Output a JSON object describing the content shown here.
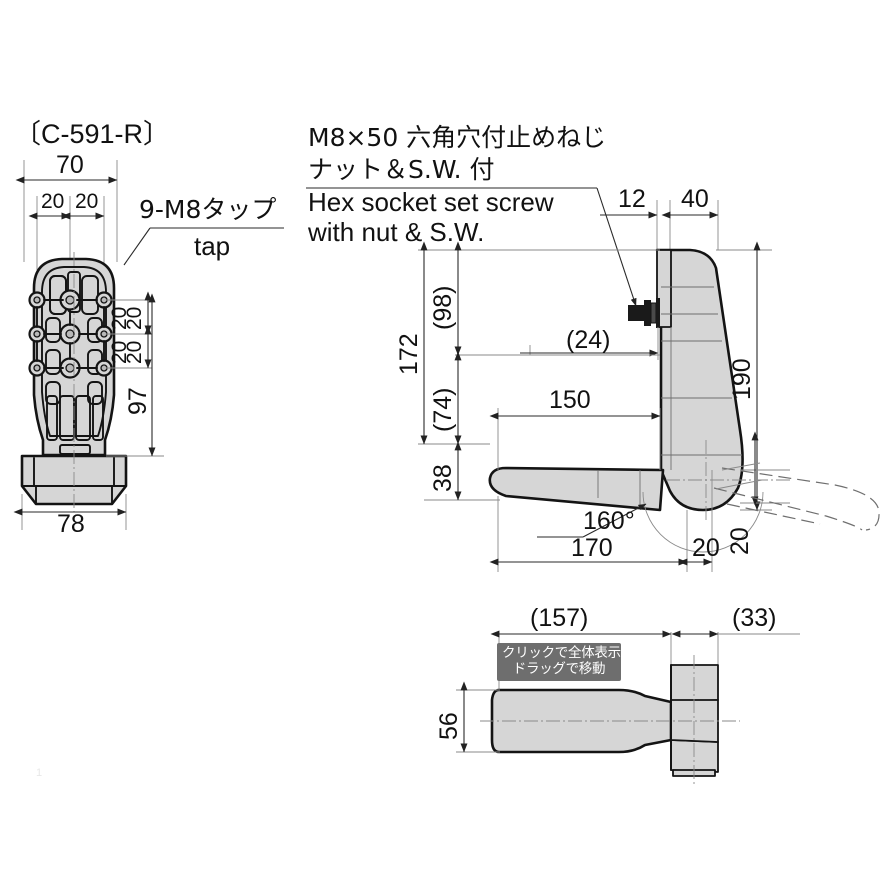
{
  "document": {
    "type": "technical-drawing",
    "model_label": "〔C-591-R〕",
    "background_color": "#ffffff",
    "line_color": "#1a1a1a",
    "body_fill_color": "#d6d6d6",
    "thin_line_color": "#808080",
    "units": "mm"
  },
  "annotations": {
    "screw_note_jp_line1": "M8×50 六角穴付止めねじ",
    "screw_note_jp_line2": "ナット＆S.W. 付",
    "screw_note_en_line1": "Hex socket set screw",
    "screw_note_en_line2": "with nut & S.W.",
    "tap_note_jp": "9-M8タップ",
    "tap_note_en": "tap"
  },
  "views": {
    "front": {
      "name": "front-view",
      "dimensions": {
        "overall_width": "70",
        "hole_pitch_x_1": "20",
        "hole_pitch_x_2": "20",
        "hole_pitch_y_1": "20",
        "hole_pitch_y_2": "20",
        "hole_pitch_y_3": "20",
        "hole_pitch_y_4": "20",
        "height_97": "97",
        "base_width": "78"
      },
      "tap_hole_count": 9,
      "tap_hole_spec": "M8"
    },
    "side": {
      "name": "side-view",
      "dimensions": {
        "top_offset_12": "12",
        "plate_thickness_40": "40",
        "overall_height_172": "172",
        "upper_ref_98": "(98)",
        "lower_ref_74": "(74)",
        "screw_ref_24": "(24)",
        "pedal_length_150": "150",
        "pedal_height_38": "38",
        "total_height_190": "190",
        "angle_160": "160°",
        "base_length_170": "170",
        "offset_20_h": "20",
        "offset_20_v": "20"
      }
    },
    "bottom": {
      "name": "bottom-view",
      "dimensions": {
        "length_157": "(157)",
        "tail_33": "(33)",
        "width_56": "56"
      }
    }
  },
  "overlay": {
    "tooltip_line1": "クリックで全体表示",
    "tooltip_line2": "ドラッグで移動",
    "tooltip_bg": "#6e6e6e",
    "tooltip_fg": "#ffffff"
  },
  "watermark": {
    "mark": "1"
  }
}
